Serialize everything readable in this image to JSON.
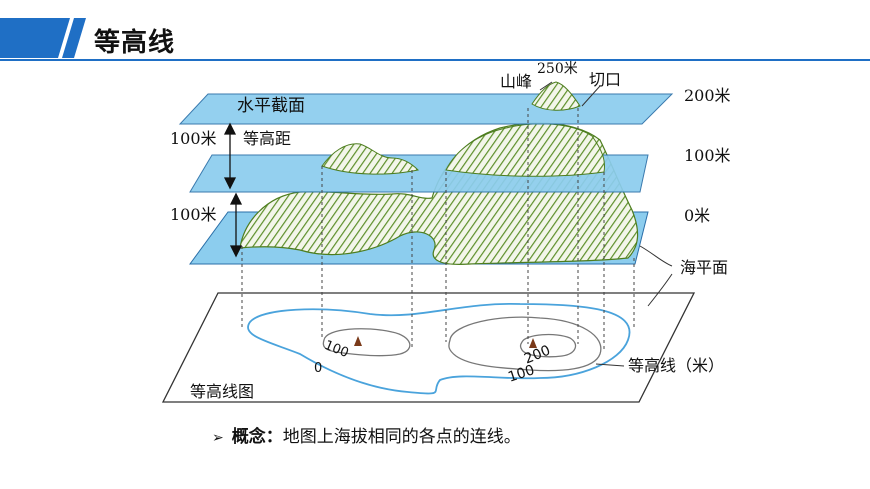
{
  "slide": {
    "title": "等高线",
    "accent_color": "#1f6fc5"
  },
  "diagram": {
    "labels": {
      "horizontal_section": "水平截面",
      "contour_interval": "等高距",
      "interval_upper": "100米",
      "interval_lower": "100米",
      "peak": "山峰",
      "peak_height": "250米",
      "cut": "切口",
      "plane_200": "200米",
      "plane_100": "100米",
      "plane_0": "0米",
      "sea_level": "海平面",
      "contour_line_legend": "等高线（米）",
      "map_name": "等高线图"
    },
    "map_values": {
      "c100_left": "100",
      "c0": "0",
      "c200": "200",
      "c100_right": "100"
    },
    "colors": {
      "plane_fill": "#8ccdee",
      "plane_stroke": "#2a6fa8",
      "mountain_green": "#5d8f2a",
      "coastline": "#4aa3dc"
    }
  },
  "concept": {
    "bullet": "➢",
    "label": "概念：",
    "text": "地图上海拔相同的各点的连线。"
  }
}
